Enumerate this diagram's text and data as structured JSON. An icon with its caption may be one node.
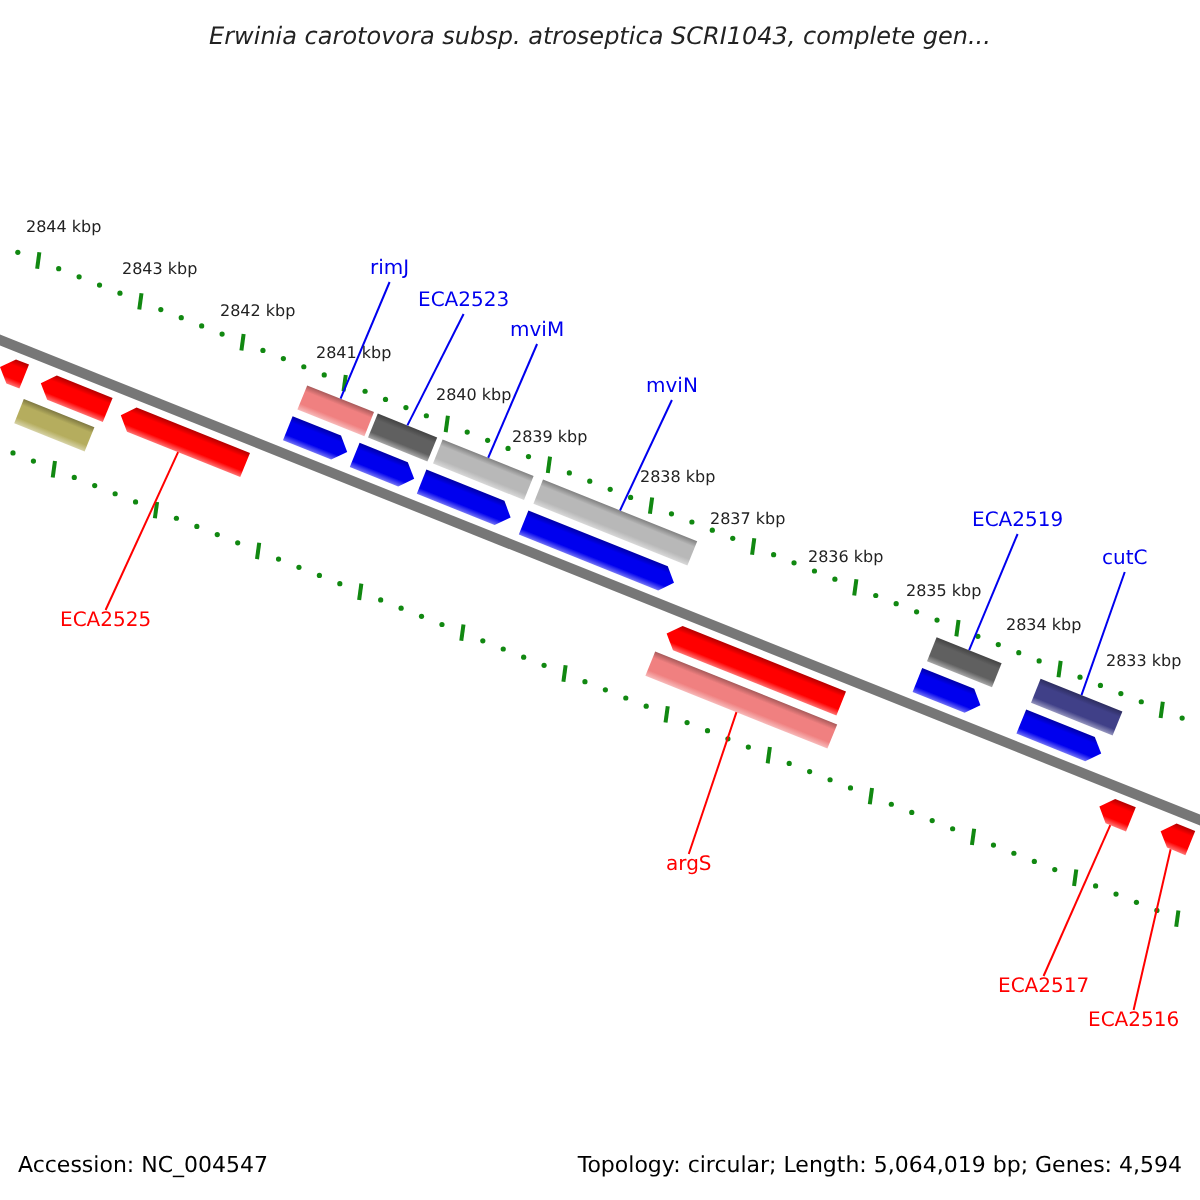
{
  "diagram": {
    "title": "Erwinia carotovora subsp. atroseptica SCRI1043, complete gen...",
    "nodes": [
      {
        "text": [
          "rimJ"
        ]
      },
      {
        "text": [
          "ECA2523"
        ]
      },
      {
        "text": [
          "mviM"
        ]
      },
      {
        "text": [
          "mviN"
        ]
      },
      {
        "text": [
          "ECA2519"
        ]
      },
      {
        "text": [
          "cutC"
        ]
      },
      {
        "text": [
          "ECA2525"
        ]
      },
      {
        "text": [
          "argS"
        ]
      },
      {
        "text": [
          "ECA2517"
        ]
      },
      {
        "text": [
          "ECA2516"
        ]
      },
      {
        "text": [],
        "shape": "bar"
      },
      {
        "text": [],
        "shape": "bar"
      },
      {
        "text": [],
        "shape": "bar"
      },
      {
        "text": [],
        "shape": "bar"
      },
      {
        "text": [],
        "shape": "bar"
      },
      {
        "text": [],
        "shape": "bar"
      },
      {
        "text": [],
        "shape": "bar"
      },
      {
        "text": [],
        "shape": "bar"
      },
      {
        "text": [],
        "shape": "bar"
      },
      {
        "text": [],
        "shape": "bar"
      },
      {
        "text": [],
        "shape": "bar"
      },
      {
        "text": [],
        "shape": "bar"
      },
      {
        "text": [],
        "shape": "bar"
      },
      {
        "text": [],
        "shape": "bar"
      },
      {
        "text": [],
        "shape": "bar"
      },
      {
        "text": [],
        "shape": "bar"
      },
      {
        "text": [],
        "shape": "bar"
      },
      {
        "text": [],
        "shape": "bar"
      },
      {
        "text": [],
        "shape": "bar"
      },
      {
        "text": [],
        "shape": "bar"
      }
    ],
    "edges": [
      {
        "from": 0,
        "to": 10,
        "arrow": "none"
      },
      {
        "from": 1,
        "to": 11,
        "arrow": "none"
      },
      {
        "from": 2,
        "to": 12,
        "arrow": "none"
      },
      {
        "from": 3,
        "to": 13,
        "arrow": "none"
      },
      {
        "from": 4,
        "to": 14,
        "arrow": "none"
      },
      {
        "from": 5,
        "to": 15,
        "arrow": "none"
      },
      {
        "from": 6,
        "to": 16,
        "arrow": "none",
        "color": "#ff0000"
      },
      {
        "from": 7,
        "to": 17,
        "arrow": "none",
        "color": "#ff0000"
      },
      {
        "from": 8,
        "to": 18,
        "arrow": "none",
        "color": "#ff0000"
      },
      {
        "from": 9,
        "to": 19,
        "arrow": "none",
        "color": "#ff0000"
      }
    ],
    "labels": [
      "2844 kbp",
      "2843 kbp",
      "2842 kbp",
      "2841 kbp",
      "2840 kbp",
      "2839 kbp",
      "2838 kbp",
      "2837 kbp",
      "2836 kbp",
      "2835 kbp",
      "2834 kbp",
      "2833 kbp",
      "Accession: NC_004547",
      "Topology: circular; Length: 5,064,019 bp; Genes: 4,594"
    ]
  }
}
